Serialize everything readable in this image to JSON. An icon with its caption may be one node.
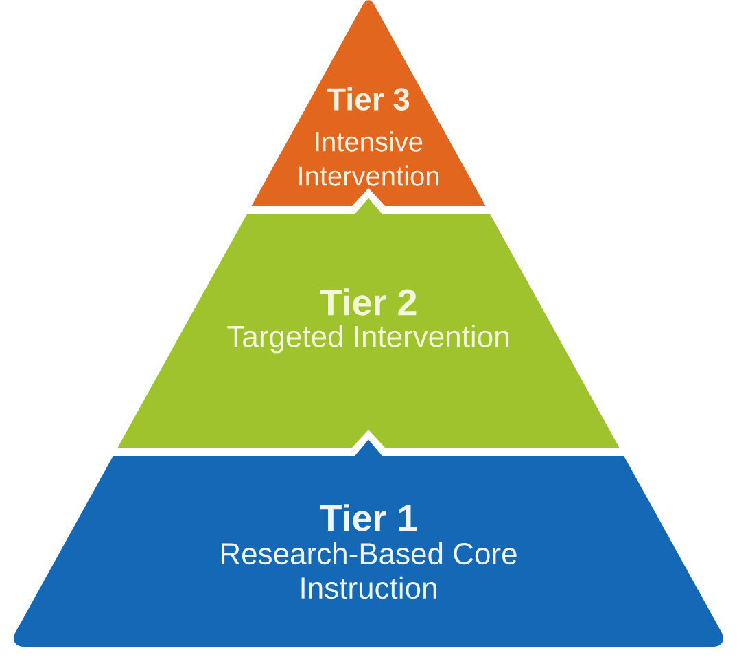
{
  "diagram": {
    "nodes": [
      {
        "text": [
          "Tier 3",
          "Intensive Intervention"
        ]
      },
      {
        "text": [
          "Tier 2",
          "Targeted Intervention"
        ]
      },
      {
        "text": [
          "Tier 1",
          "Research-Based Core Instruction"
        ]
      }
    ],
    "edges": [
      {
        "from": 2,
        "to": 1,
        "arrow": "to"
      },
      {
        "from": 1,
        "to": 0,
        "arrow": "to"
      }
    ]
  }
}
